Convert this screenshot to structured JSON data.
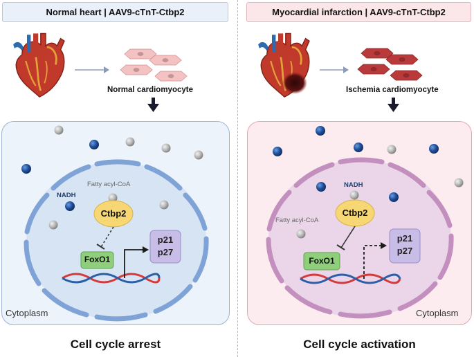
{
  "left_panel": {
    "header": "Normal heart | AAV9-cTnT-Ctbp2",
    "cell_type": "Normal cardiomyocyte",
    "fatty_acyl_coa": "Fatty acyl-CoA",
    "nadh": "NADH",
    "ctbp2": "Ctbp2",
    "foxo1": "FoxO1",
    "p21": "p21",
    "p27": "p27",
    "cytoplasm": "Cytoplasm",
    "result": "Cell cycle arrest"
  },
  "right_panel": {
    "header": "Myocardial infarction | AAV9-cTnT-Ctbp2",
    "cell_type": "Ischemia cardiomyocyte",
    "fatty_acyl_coa": "Fatty acyl-CoA",
    "nadh": "NADH",
    "ctbp2": "Ctbp2",
    "foxo1": "FoxO1",
    "p21": "p21",
    "p27": "p27",
    "cytoplasm": "Cytoplasm",
    "result": "Cell cycle activation"
  },
  "colors": {
    "nadh_sphere": "#1f4f9a",
    "fatty_acyl_coa_sphere": "#a9a9a9",
    "ctbp2_fill": "#f7d774",
    "foxo1_fill": "#8fce7a",
    "p21_p27_fill": "#c7bde6",
    "dna_red": "#d43a3a",
    "dna_blue": "#2c5ea8",
    "normal_cardiomyocyte": "#f3c2c2",
    "ischemia_cardiomyocyte": "#b83a3a"
  },
  "icons": [
    "heart-icon",
    "infarcted-heart-icon",
    "cardiomyocyte-icon",
    "dna-icon",
    "sphere-icon"
  ]
}
